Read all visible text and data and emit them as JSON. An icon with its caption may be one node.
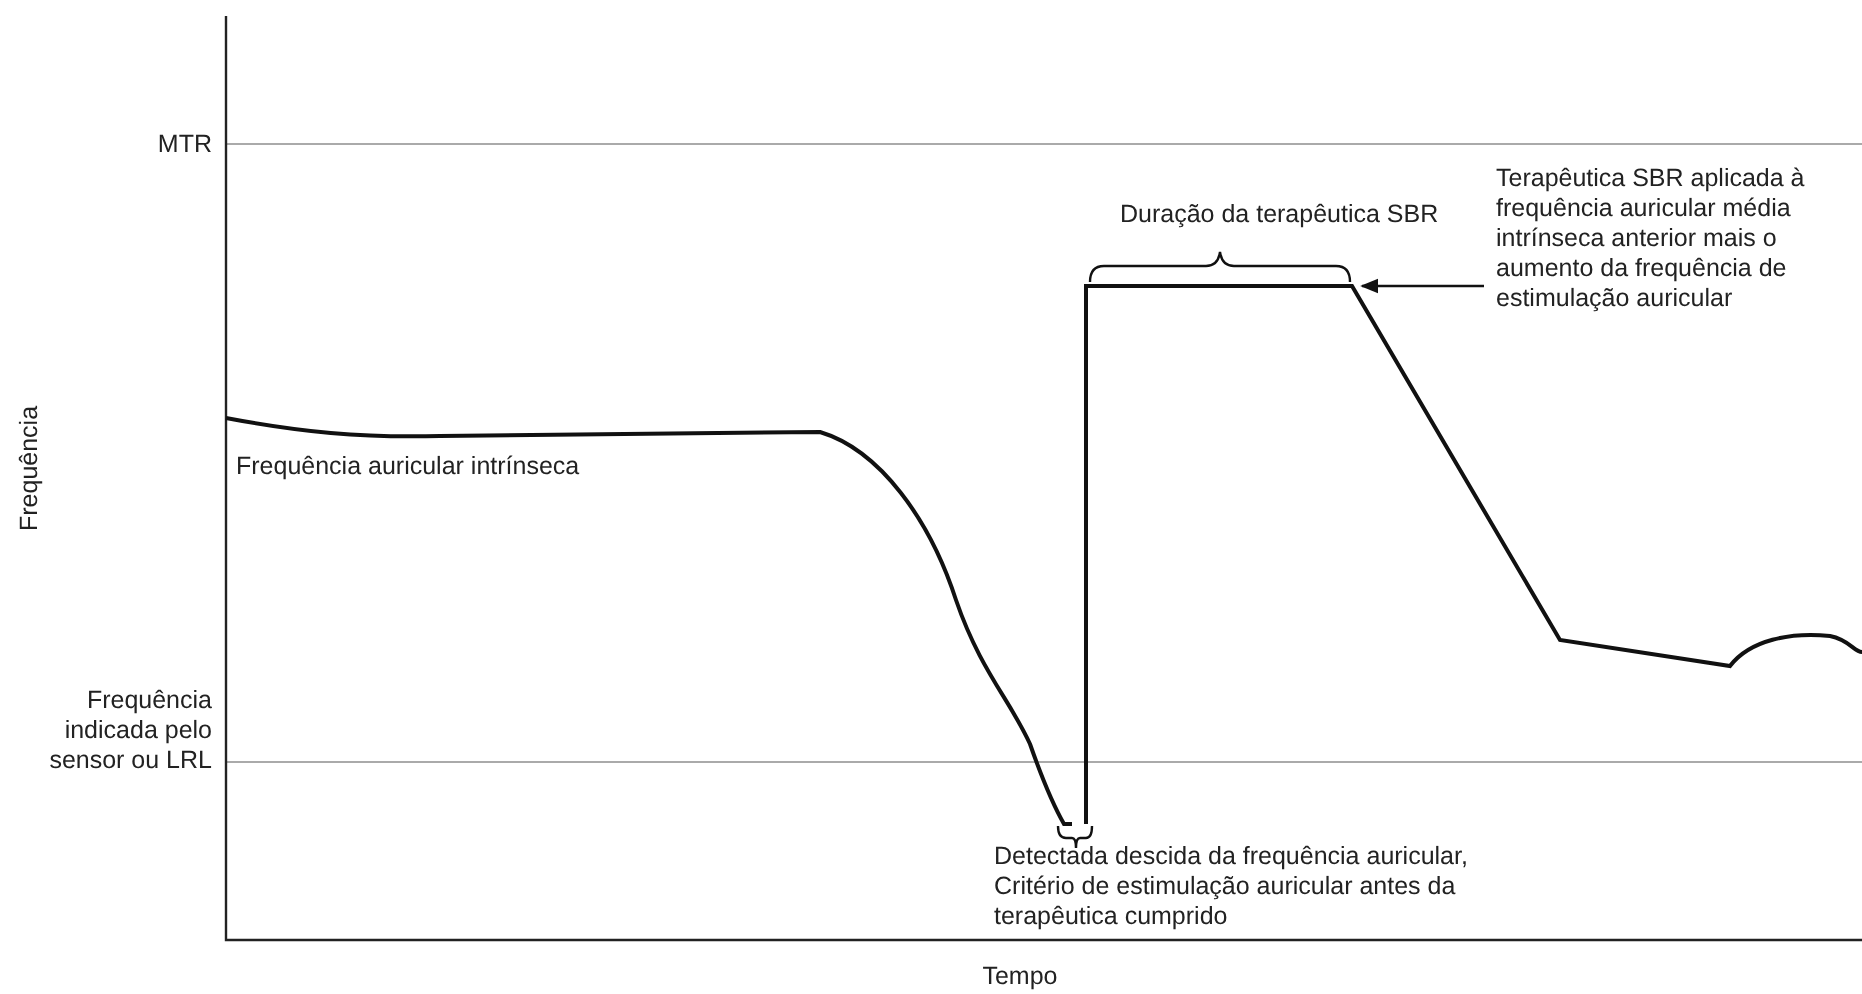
{
  "diagram": {
    "nodes": [
      {
        "text": [
          "Terapêutica SBR aplicada à frequência auricular média intrínseca anterior mais o aumento da frequência de estimulação auricular"
        ]
      },
      {
        "text": [],
        "shape": "picture"
      }
    ],
    "edges": [
      {
        "from": 0,
        "to": 1,
        "arrow": "to"
      }
    ],
    "labels": [
      "MTR",
      "Duração da terapêutica SBR",
      "Frequência",
      "Frequência auricular intrínseca",
      "Frequência indicada pelo sensor ou LRL",
      "Detectada descida da frequência auricular, Critério de estimulação auricular antes da terapêutica cumprido",
      "Tempo"
    ]
  }
}
